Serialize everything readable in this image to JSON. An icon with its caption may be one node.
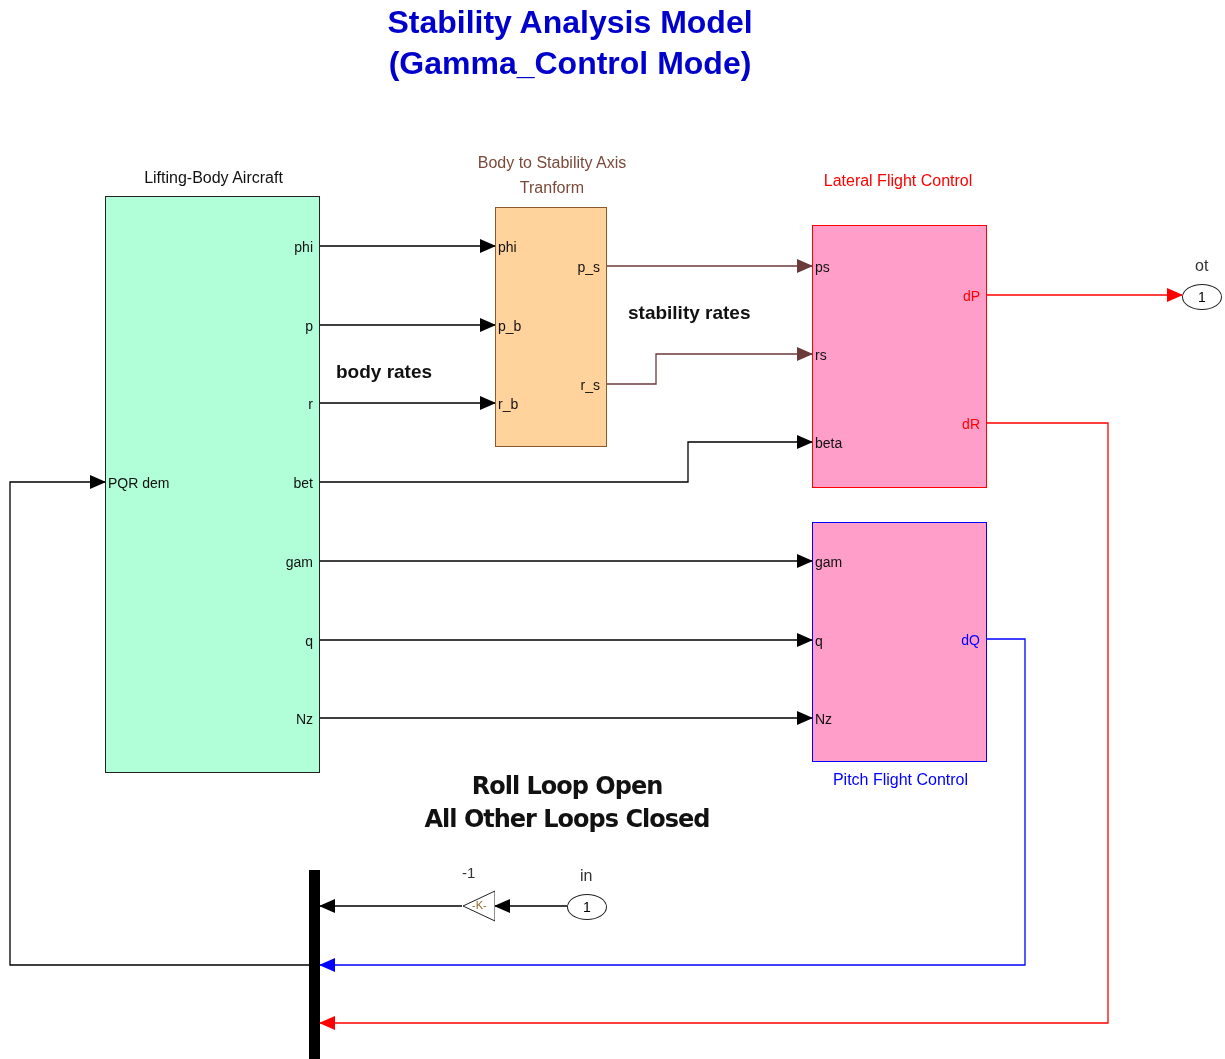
{
  "diagram": {
    "title": "Stability Analysis Model (Gamma_Control Mode)",
    "nodes": [
      {
        "text": [
          "Lifting-Body Aircraft",
          "phi",
          "p",
          "r",
          "PQR dem",
          "bet",
          "gam",
          "q",
          "Nz"
        ]
      },
      {
        "text": [
          "Body to Stability Axis Tranform",
          "phi",
          "p_b",
          "r_b",
          "p_s",
          "r_s"
        ]
      },
      {
        "text": [
          "Lateral Flight Control",
          "ps",
          "rs",
          "beta",
          "dP",
          "dR"
        ]
      },
      {
        "text": [
          "Pitch Flight Control",
          "gam",
          "q",
          "Nz",
          "dQ"
        ]
      },
      {
        "text": [
          "1"
        ],
        "beside": [
          "ot"
        ]
      },
      {
        "text": [
          "-K-"
        ],
        "beside": [
          "-1"
        ]
      },
      {
        "text": [
          "1"
        ],
        "beside": [
          "in"
        ]
      },
      {
        "text": [],
        "shape": "bar"
      }
    ],
    "edges": [
      {
        "from": 0,
        "to": 1,
        "arrow": "to"
      },
      {
        "from": 0,
        "to": 1,
        "arrow": "to"
      },
      {
        "from": 0,
        "to": 1,
        "arrow": "to"
      },
      {
        "from": 1,
        "to": 2,
        "arrow": "to",
        "color": "#6b3a3a"
      },
      {
        "from": 1,
        "to": 2,
        "arrow": "to",
        "color": "#6b3a3a"
      },
      {
        "from": 0,
        "to": 2,
        "arrow": "to"
      },
      {
        "from": 0,
        "to": 3,
        "arrow": "to"
      },
      {
        "from": 0,
        "to": 3,
        "arrow": "to"
      },
      {
        "from": 0,
        "to": 3,
        "arrow": "to"
      },
      {
        "from": 2,
        "to": 4,
        "arrow": "to",
        "color": "#ff0000"
      },
      {
        "from": 2,
        "to": 7,
        "arrow": "to",
        "color": "#ff0000"
      },
      {
        "from": 3,
        "to": 7,
        "arrow": "to",
        "color": "#0000ff"
      },
      {
        "from": 6,
        "to": 5,
        "arrow": "to"
      },
      {
        "from": 5,
        "to": 7,
        "arrow": "to"
      },
      {
        "from": 7,
        "to": 0,
        "arrow": "to"
      }
    ],
    "labels": [
      "body rates",
      "stability rates",
      "Roll Loop Open",
      "All Other Loops Closed"
    ]
  }
}
